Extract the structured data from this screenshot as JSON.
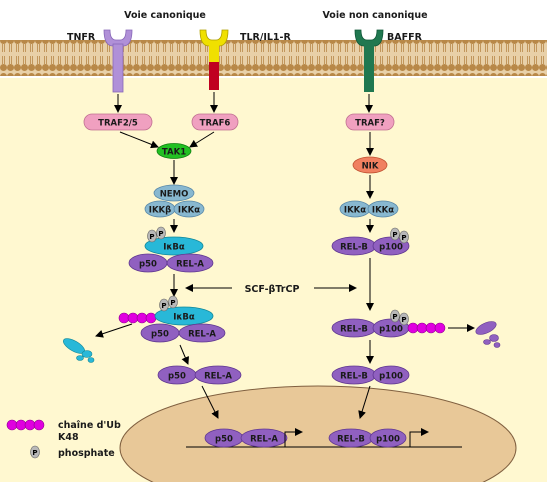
{
  "headers": {
    "canonical": "Voie canonique",
    "non_canonical": "Voie non canonique"
  },
  "receptors": {
    "tnfr": "TNFR",
    "tlr": "TLR/IL1-R",
    "baffr": "BAFFR"
  },
  "adaptors": {
    "traf25": "TRAF2/5",
    "traf6": "TRAF6",
    "traf_unknown": "TRAF?"
  },
  "kinases": {
    "tak1": "TAK1",
    "nik": "NIK",
    "nemo": "NEMO",
    "ikkb": "IKKβ",
    "ikka": "IKKα"
  },
  "proteins": {
    "ikba": "IκBα",
    "p50": "p50",
    "rela": "REL-A",
    "relb": "REL-B",
    "p100": "p100"
  },
  "scf": "SCF-βTrCP",
  "phospho_label": "P",
  "legend": {
    "ubiquitin": "chaîne d'Ub",
    "k48": "K48",
    "phosphate": "phosphate"
  },
  "colors": {
    "membrane": "#c8a068",
    "cytoplasm": "#fff8d0",
    "nucleus": "#e8c898",
    "traf": "#f0a0c0",
    "tak1": "#22c022",
    "nik": "#f08060",
    "ikk": "#88b8d0",
    "ikba": "#28b8d8",
    "rel": "#9060c0",
    "ubiquitin": "#e000e0",
    "phospho": "#b8b8b8",
    "tnfr": "#b090d8",
    "tlr_top": "#f0e000",
    "tlr_bottom": "#c00020",
    "baffr": "#207850"
  }
}
